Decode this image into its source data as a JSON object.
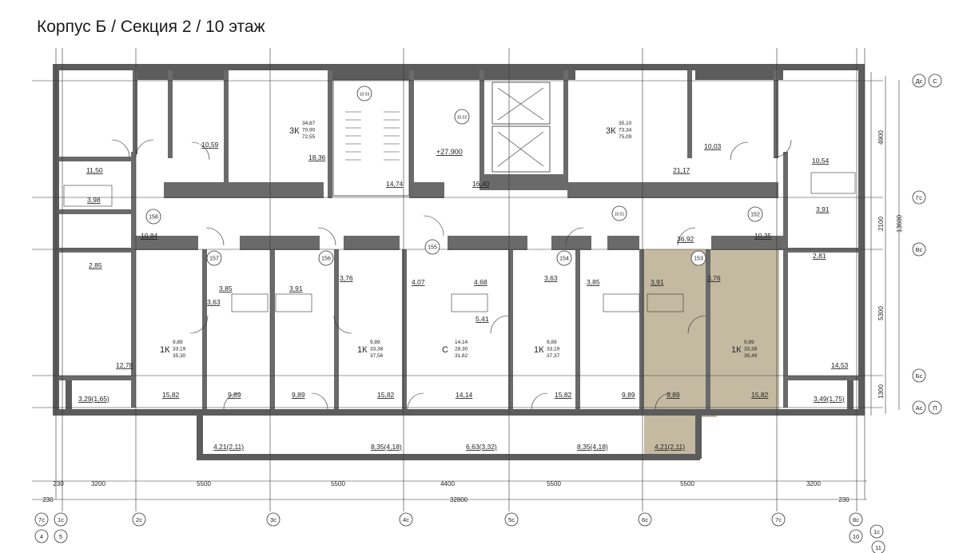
{
  "title": "Корпус Б / Секция 2 / 10 этаж",
  "colors": {
    "wall": "#5a5a5a",
    "highlight": "#c4baa1",
    "line": "#333333"
  },
  "apartments": [
    {
      "type": "3К",
      "areas": [
        "34,87",
        "70,90",
        "72,55"
      ]
    },
    {
      "type": "3К",
      "areas": [
        "35,10",
        "73,34",
        "75,09"
      ]
    },
    {
      "type": "1К",
      "areas": [
        "9,89",
        "33,19",
        "35,30"
      ]
    },
    {
      "type": "1К",
      "areas": [
        "9,89",
        "33,38",
        "37,56"
      ]
    },
    {
      "type": "С",
      "areas": [
        "14,14",
        "28,30",
        "31,62"
      ]
    },
    {
      "type": "1К",
      "areas": [
        "9,89",
        "33,19",
        "37,37"
      ]
    },
    {
      "type": "1К",
      "areas": [
        "9,89",
        "33,38",
        "35,49"
      ],
      "highlighted": true
    }
  ],
  "room_numbers": [
    "10.03",
    "10.02",
    "10.01",
    "158",
    "157",
    "156",
    "155",
    "154",
    "153",
    "152"
  ],
  "room_areas": [
    "10,59",
    "11,50",
    "18,36",
    "14,74",
    "16,40",
    "10,03",
    "10,54",
    "21,17",
    "3,98",
    "10,84",
    "3,91",
    "10,35",
    "2,85",
    "2,81",
    "36,92",
    "3,85",
    "3,91",
    "3,76",
    "4,07",
    "4,68",
    "3,63",
    "3,85",
    "3,91",
    "3,76",
    "3,63",
    "5,41",
    "12,78",
    "14,53",
    "3,29(1,65)",
    "3,49(1,75)",
    "15,82",
    "9,89",
    "9,89",
    "15,82",
    "14,14",
    "15,82",
    "9,89",
    "9,89",
    "15,82",
    "4,21(2,11)",
    "8,35(4,18)",
    "6,63(3,32)",
    "8,35(4,18)",
    "4,21(2,11)"
  ],
  "elevation": "+27.900",
  "dims_bottom": [
    "230",
    "3200",
    "5500",
    "5500",
    "4400",
    "5500",
    "5500",
    "3200"
  ],
  "dims_total": [
    "230",
    "32800",
    "230"
  ],
  "dims_right": [
    "4900",
    "2100",
    "5300",
    "1300"
  ],
  "dim_right_total": "13600",
  "axes_x": [
    "1с",
    "2с",
    "3с",
    "4с",
    "5с",
    "6с",
    "7с",
    "8с"
  ],
  "axes_x_bottom": [
    "4",
    "5",
    "10",
    "11"
  ],
  "axes_x_extra": [
    "7с",
    "1с"
  ],
  "axes_y": [
    "Дс",
    "Гс",
    "Вс",
    "Бс",
    "Ас"
  ],
  "axes_y_cyr": [
    "С",
    "П"
  ]
}
